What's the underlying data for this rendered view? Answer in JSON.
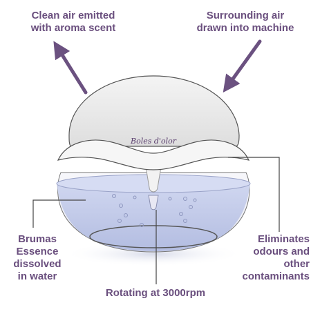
{
  "labels": {
    "clean_air": "Clean air emitted\nwith aroma scent",
    "surrounding_air": "Surrounding air\ndrawn into machine",
    "brumas": "Brumas\nEssence\ndissolved\nin water",
    "eliminates": "Eliminates\nodours and\nother\ncontaminants",
    "rotating": "Rotating at 3000rpm"
  },
  "brand": "Boles d'olor",
  "colors": {
    "label_text": "#6a4f7e",
    "arrow": "#6b5180",
    "dome": "#ededed",
    "water": "#b8c3e6",
    "leader_line": "#444444"
  }
}
